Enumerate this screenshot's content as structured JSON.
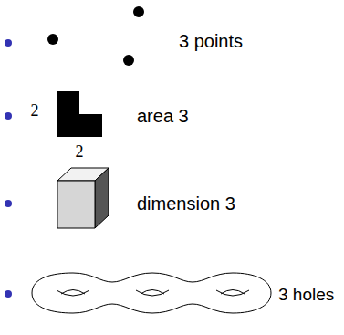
{
  "diagram": {
    "labels": [
      "3 points",
      "2",
      "2",
      "area 3",
      "dimension 3",
      "3 holes"
    ]
  }
}
